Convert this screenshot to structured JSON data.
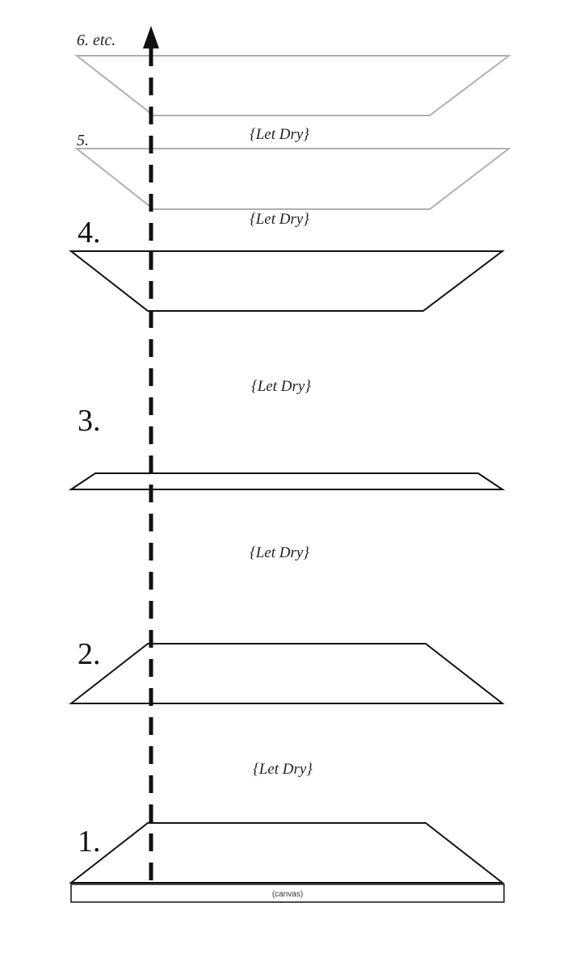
{
  "layers": [
    {
      "label": "1."
    },
    {
      "label": "2."
    },
    {
      "label": "3."
    },
    {
      "label": "4."
    },
    {
      "label": "5."
    },
    {
      "label": "6. etc."
    }
  ],
  "dry_label": "{Let Dry}",
  "canvas_label": "(canvas)",
  "colors": {
    "line": "#111111",
    "faded_line": "#b0b0b0",
    "arrow": "#111111"
  }
}
